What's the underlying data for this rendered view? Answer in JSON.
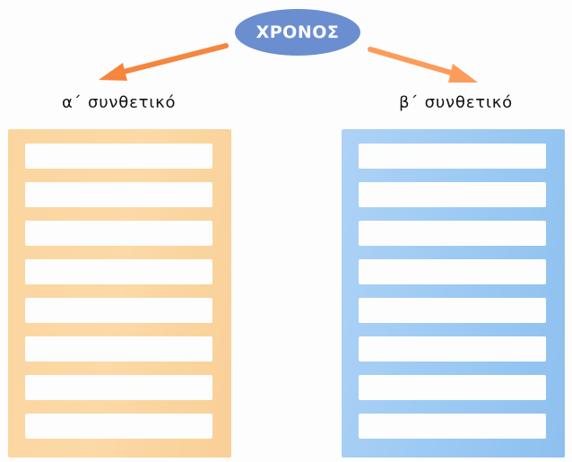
{
  "title": {
    "text": "ΧΡΟΝΟΣ",
    "color": "#6a8ed0"
  },
  "arrows": [
    {
      "name": "arrow-left",
      "direction": "down-left",
      "color": "#f6853e"
    },
    {
      "name": "arrow-right",
      "direction": "down-right",
      "color": "#fb9c5a"
    }
  ],
  "columns": [
    {
      "label": "α΄ συνθετικό",
      "color": "#fbd59f",
      "rows": [
        "",
        "",
        "",
        "",
        "",
        "",
        "",
        ""
      ]
    },
    {
      "label": "β΄ συνθετικό",
      "color": "#9ccaf3",
      "rows": [
        "",
        "",
        "",
        "",
        "",
        "",
        "",
        ""
      ]
    }
  ]
}
